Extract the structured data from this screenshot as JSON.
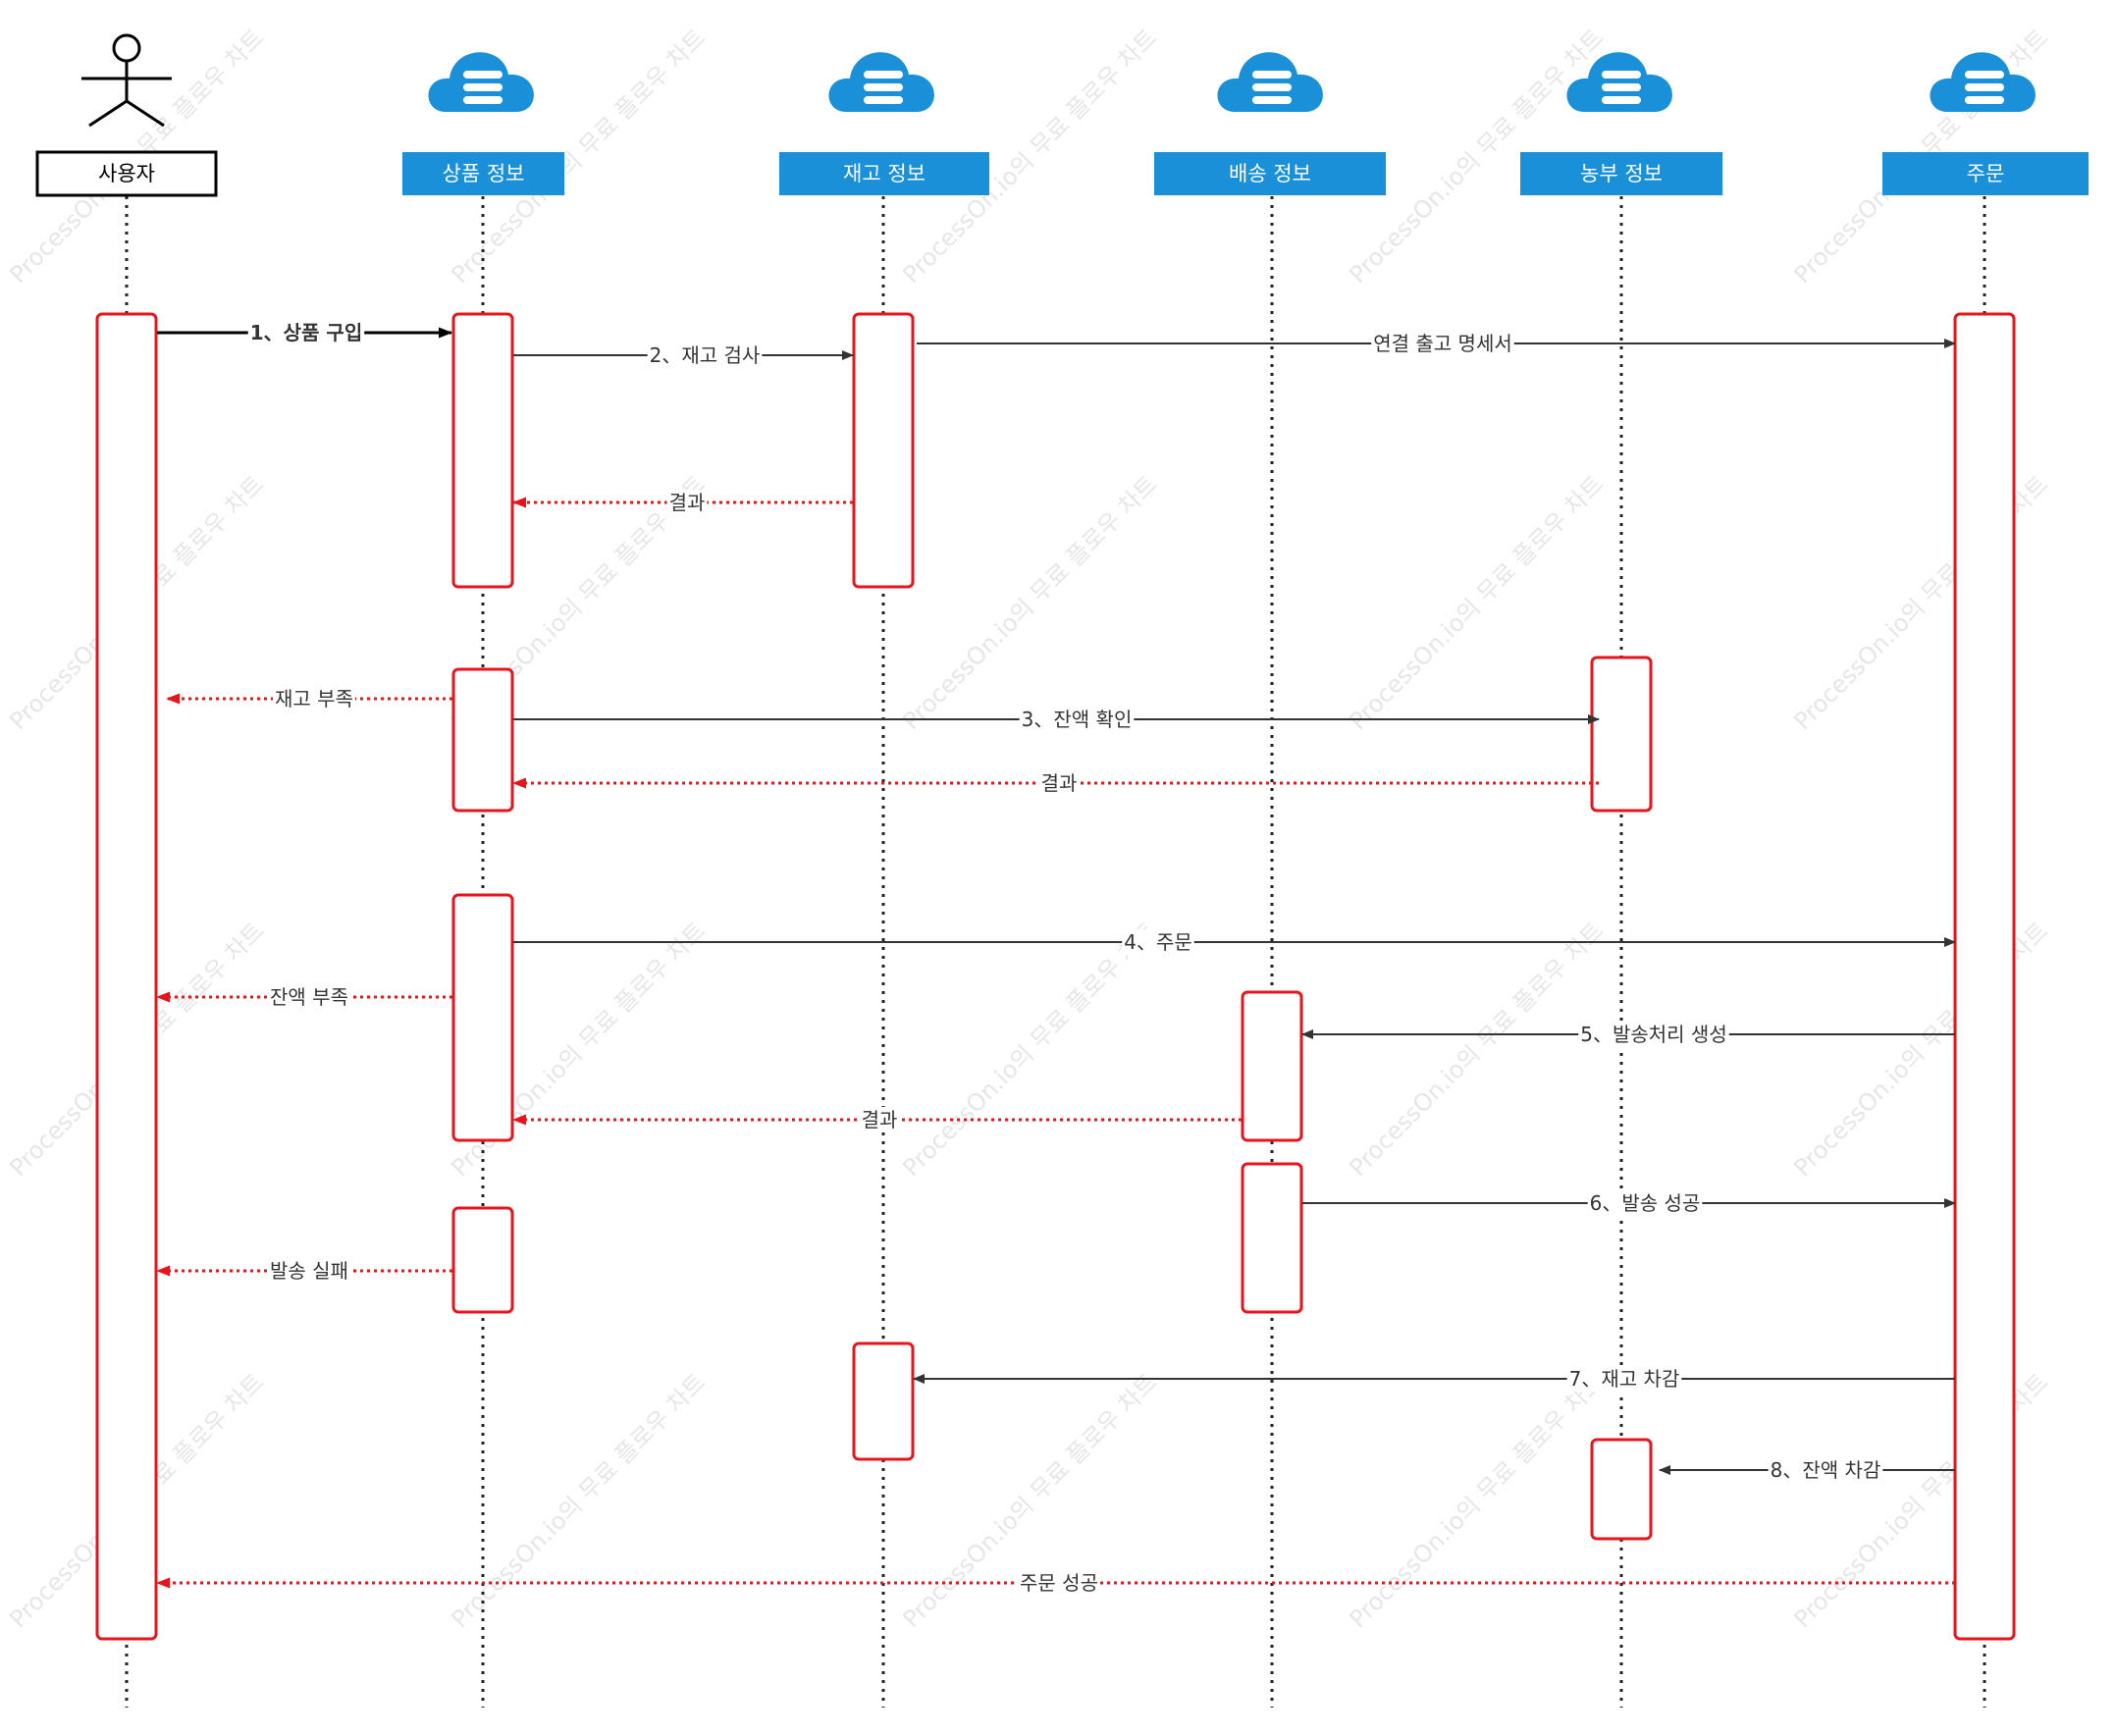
{
  "colors": {
    "header_fill": "#1a90d9",
    "header_text": "#ffffff",
    "activation_stroke": "#e8141c",
    "sync_arrow": "#333333",
    "return_arrow": "#e8141c",
    "lifeline": "#222222"
  },
  "participants": [
    {
      "id": "user",
      "label": "사용자",
      "type": "actor"
    },
    {
      "id": "product",
      "label": "상품 정보",
      "type": "service",
      "icon": "cloud-database-icon"
    },
    {
      "id": "stock",
      "label": "재고 정보",
      "type": "service",
      "icon": "cloud-database-icon"
    },
    {
      "id": "delivery",
      "label": "배송 정보",
      "type": "service",
      "icon": "cloud-database-icon"
    },
    {
      "id": "farmer",
      "label": "농부 정보",
      "type": "service",
      "icon": "cloud-database-icon"
    },
    {
      "id": "order",
      "label": "주문",
      "type": "service",
      "icon": "cloud-database-icon"
    }
  ],
  "messages": [
    {
      "label": "1、상품 구입",
      "from": "user",
      "to": "product",
      "kind": "sync",
      "bold": true
    },
    {
      "label": "2、재고 검사",
      "from": "product",
      "to": "stock",
      "kind": "sync"
    },
    {
      "label": "연결 출고 명세서",
      "from": "stock",
      "to": "order",
      "kind": "sync"
    },
    {
      "label": "결과",
      "from": "stock",
      "to": "product",
      "kind": "return"
    },
    {
      "label": "재고 부족",
      "from": "product",
      "to": "user",
      "kind": "return"
    },
    {
      "label": "3、잔액 확인",
      "from": "product",
      "to": "farmer",
      "kind": "sync"
    },
    {
      "label": "결과",
      "from": "farmer",
      "to": "product",
      "kind": "return"
    },
    {
      "label": "4、주문",
      "from": "product",
      "to": "order",
      "kind": "sync"
    },
    {
      "label": "잔액 부족",
      "from": "product",
      "to": "user",
      "kind": "return"
    },
    {
      "label": "5、발송처리 생성",
      "from": "order",
      "to": "delivery",
      "kind": "sync"
    },
    {
      "label": "결과",
      "from": "delivery",
      "to": "product",
      "kind": "return"
    },
    {
      "label": "6、발송 성공",
      "from": "delivery",
      "to": "order",
      "kind": "sync"
    },
    {
      "label": "발송 실패",
      "from": "product",
      "to": "user",
      "kind": "return"
    },
    {
      "label": "7、재고 차감",
      "from": "order",
      "to": "stock",
      "kind": "sync"
    },
    {
      "label": "8、잔액 차감",
      "from": "order",
      "to": "farmer",
      "kind": "sync"
    },
    {
      "label": "주문 성공",
      "from": "order",
      "to": "user",
      "kind": "return"
    }
  ],
  "watermark": "ProcessOn.io의 무료 플로우 차트"
}
